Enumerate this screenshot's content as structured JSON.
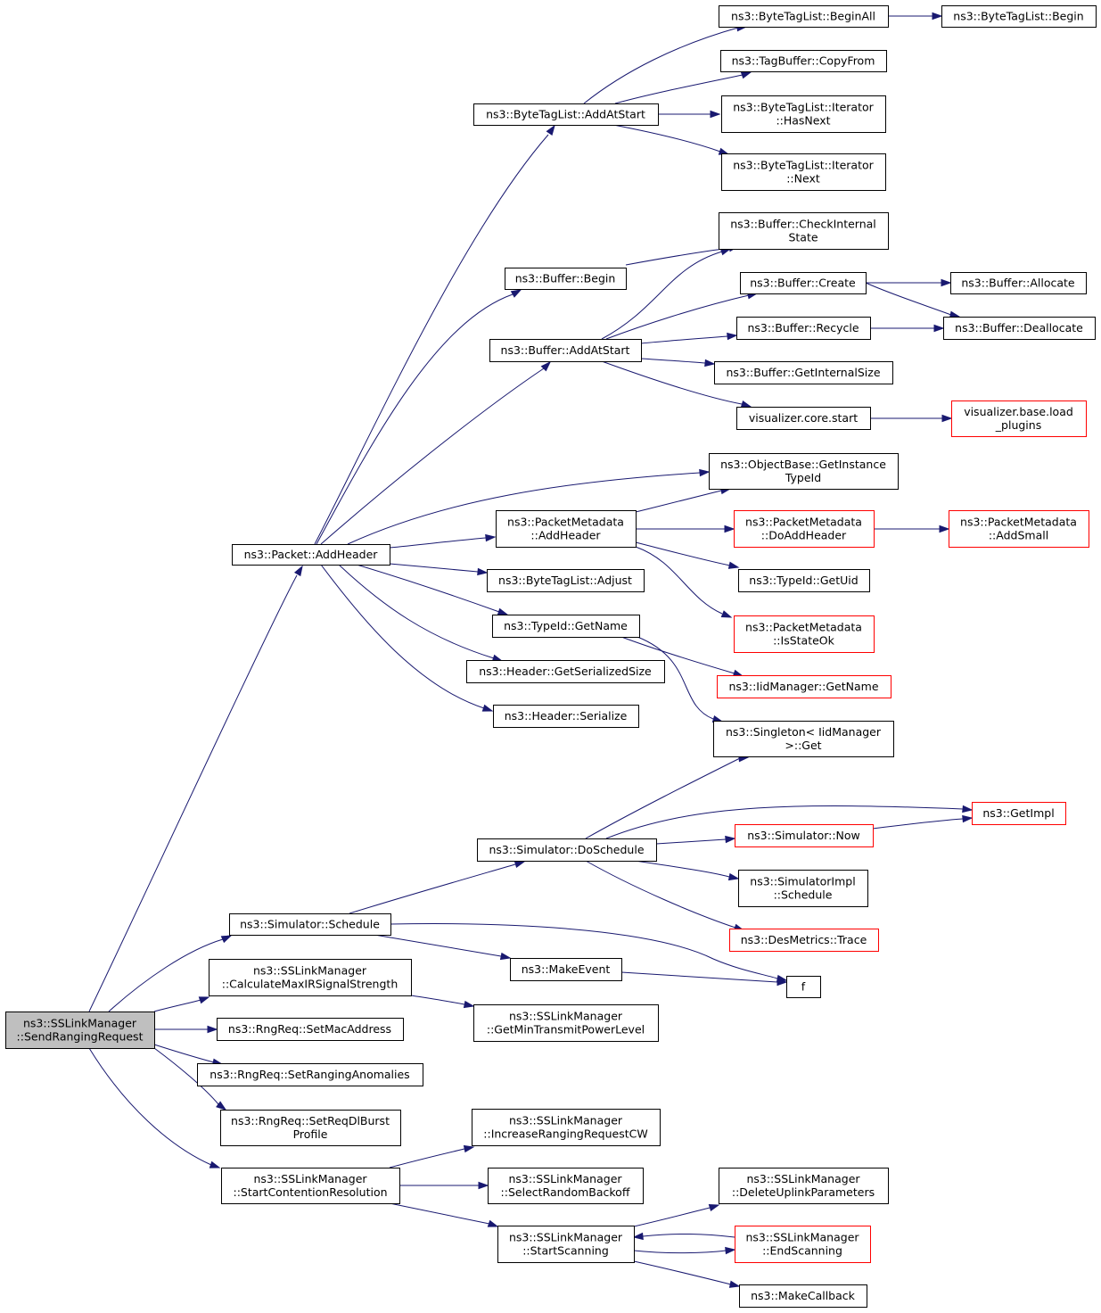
{
  "colors": {
    "edge": "#191970",
    "root_fill": "#bfbfbf",
    "red_border": "#ff0000",
    "border": "#000000"
  },
  "nodes": {
    "send_ranging_request": [
      "ns3::SSLinkManager",
      "::SendRangingRequest"
    ],
    "packet_add_header": [
      "ns3::Packet::AddHeader"
    ],
    "byte_tag_list_add_at_start": [
      "ns3::ByteTagList::AddAtStart"
    ],
    "byte_tag_list_begin_all": [
      "ns3::ByteTagList::BeginAll"
    ],
    "byte_tag_list_begin": [
      "ns3::ByteTagList::Begin"
    ],
    "tag_buffer_copy_from": [
      "ns3::TagBuffer::CopyFrom"
    ],
    "iterator_has_next": [
      "ns3::ByteTagList::Iterator",
      "::HasNext"
    ],
    "iterator_next": [
      "ns3::ByteTagList::Iterator",
      "::Next"
    ],
    "buffer_check_internal_state": [
      "ns3::Buffer::CheckInternal",
      "State"
    ],
    "buffer_begin": [
      "ns3::Buffer::Begin"
    ],
    "buffer_create": [
      "ns3::Buffer::Create"
    ],
    "buffer_allocate": [
      "ns3::Buffer::Allocate"
    ],
    "buffer_add_at_start": [
      "ns3::Buffer::AddAtStart"
    ],
    "buffer_recycle": [
      "ns3::Buffer::Recycle"
    ],
    "buffer_deallocate": [
      "ns3::Buffer::Deallocate"
    ],
    "buffer_get_internal_size": [
      "ns3::Buffer::GetInternalSize"
    ],
    "visualizer_core_start": [
      "visualizer.core.start"
    ],
    "visualizer_base_load_plugins": [
      "visualizer.base.load",
      "_plugins"
    ],
    "object_base_get_instance_type_id": [
      "ns3::ObjectBase::GetInstance",
      "TypeId"
    ],
    "packet_metadata_add_header": [
      "ns3::PacketMetadata",
      "::AddHeader"
    ],
    "packet_metadata_do_add_header": [
      "ns3::PacketMetadata",
      "::DoAddHeader"
    ],
    "packet_metadata_add_small": [
      "ns3::PacketMetadata",
      "::AddSmall"
    ],
    "byte_tag_list_adjust": [
      "ns3::ByteTagList::Adjust"
    ],
    "type_id_get_uid": [
      "ns3::TypeId::GetUid"
    ],
    "type_id_get_name": [
      "ns3::TypeId::GetName"
    ],
    "packet_metadata_is_state_ok": [
      "ns3::PacketMetadata",
      "::IsStateOk"
    ],
    "header_get_serialized_size": [
      "ns3::Header::GetSerializedSize"
    ],
    "iid_manager_get_name": [
      "ns3::IidManager::GetName"
    ],
    "header_serialize": [
      "ns3::Header::Serialize"
    ],
    "singleton_iid_manager_get": [
      "ns3::Singleton< IidManager",
      ">::Get"
    ],
    "get_impl": [
      "ns3::GetImpl"
    ],
    "simulator_do_schedule": [
      "ns3::Simulator::DoSchedule"
    ],
    "simulator_now": [
      "ns3::Simulator::Now"
    ],
    "simulator_impl_schedule": [
      "ns3::SimulatorImpl",
      "::Schedule"
    ],
    "simulator_schedule": [
      "ns3::Simulator::Schedule"
    ],
    "des_metrics_trace": [
      "ns3::DesMetrics::Trace"
    ],
    "make_event": [
      "ns3::MakeEvent"
    ],
    "calculate_max_ir_signal_strength": [
      "ns3::SSLinkManager",
      "::CalculateMaxIRSignalStrength"
    ],
    "f": [
      "f"
    ],
    "get_min_transmit_power_level": [
      "ns3::SSLinkManager",
      "::GetMinTransmitPowerLevel"
    ],
    "rng_req_set_mac_address": [
      "ns3::RngReq::SetMacAddress"
    ],
    "rng_req_set_ranging_anomalies": [
      "ns3::RngReq::SetRangingAnomalies"
    ],
    "rng_req_set_req_dl_burst_profile": [
      "ns3::RngReq::SetReqDlBurst",
      "Profile"
    ],
    "increase_ranging_request_cw": [
      "ns3::SSLinkManager",
      "::IncreaseRangingRequestCW"
    ],
    "start_contention_resolution": [
      "ns3::SSLinkManager",
      "::StartContentionResolution"
    ],
    "select_random_backoff": [
      "ns3::SSLinkManager",
      "::SelectRandomBackoff"
    ],
    "delete_uplink_parameters": [
      "ns3::SSLinkManager",
      "::DeleteUplinkParameters"
    ],
    "start_scanning": [
      "ns3::SSLinkManager",
      "::StartScanning"
    ],
    "end_scanning": [
      "ns3::SSLinkManager",
      "::EndScanning"
    ],
    "make_callback": [
      "ns3::MakeCallback"
    ]
  }
}
